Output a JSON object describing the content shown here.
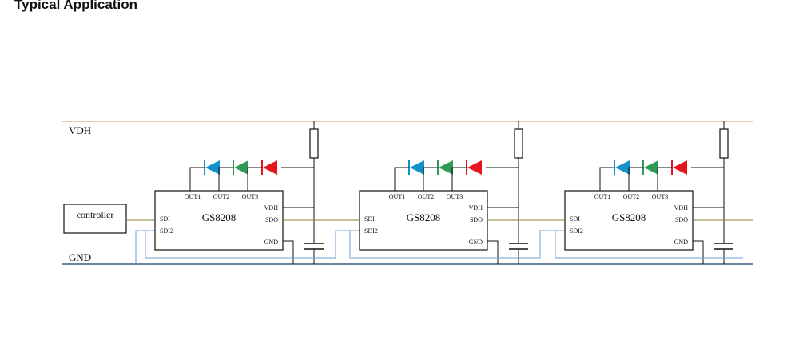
{
  "page": {
    "title": "Typical Application"
  },
  "rails": {
    "power": "VDH",
    "ground": "GND"
  },
  "controller": {
    "label": "controller"
  },
  "chips": [
    {
      "name": "GS8208",
      "pins": {
        "sdi": "SDI",
        "sdi2": "SDI2",
        "vdh": "VDH",
        "sdo": "SDO",
        "gnd": "GND",
        "out1": "OUT1",
        "out2": "OUT2",
        "out3": "OUT3"
      }
    },
    {
      "name": "GS8208",
      "pins": {
        "sdi": "SDI",
        "sdi2": "SDI2",
        "vdh": "VDH",
        "sdo": "SDO",
        "gnd": "GND",
        "out1": "OUT1",
        "out2": "OUT2",
        "out3": "OUT3"
      }
    },
    {
      "name": "GS8208",
      "pins": {
        "sdi": "SDI",
        "sdi2": "SDI2",
        "vdh": "VDH",
        "sdo": "SDO",
        "gnd": "GND",
        "out1": "OUT1",
        "out2": "OUT2",
        "out3": "OUT3"
      }
    }
  ],
  "colors": {
    "vdh_rail": "#f0b482",
    "gnd_rail": "#3c5a7a",
    "data_line": "#8c7a3c",
    "backup_line": "#6fa0d0",
    "led_blue": "#1590c8",
    "led_green": "#2e9a55",
    "led_red": "#e8141c"
  }
}
